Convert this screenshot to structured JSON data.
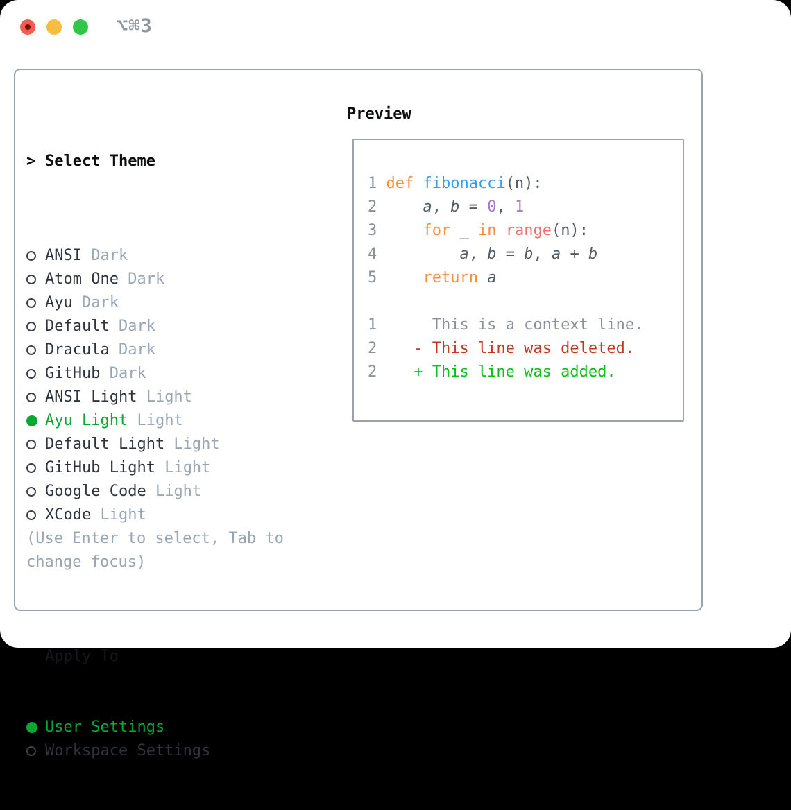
{
  "window": {
    "shortcut": "⌥⌘3",
    "traffic_lights": [
      {
        "name": "close",
        "color": "#f25c50"
      },
      {
        "name": "minimize",
        "color": "#f7bd40"
      },
      {
        "name": "zoom",
        "color": "#32c547"
      }
    ]
  },
  "theme_picker": {
    "title_prefix": ">",
    "title": "Select Theme",
    "items": [
      {
        "label": "ANSI",
        "variant": "Dark",
        "selected": false
      },
      {
        "label": "Atom One",
        "variant": "Dark",
        "selected": false
      },
      {
        "label": "Ayu",
        "variant": "Dark",
        "selected": false
      },
      {
        "label": "Default",
        "variant": "Dark",
        "selected": false
      },
      {
        "label": "Dracula",
        "variant": "Dark",
        "selected": false
      },
      {
        "label": "GitHub",
        "variant": "Dark",
        "selected": false
      },
      {
        "label": "ANSI Light",
        "variant": "Light",
        "selected": false
      },
      {
        "label": "Ayu Light",
        "variant": "Light",
        "selected": true
      },
      {
        "label": "Default Light",
        "variant": "Light",
        "selected": false
      },
      {
        "label": "GitHub Light",
        "variant": "Light",
        "selected": false
      },
      {
        "label": "Google Code",
        "variant": "Light",
        "selected": false
      },
      {
        "label": "XCode",
        "variant": "Light",
        "selected": false
      }
    ],
    "apply_to": {
      "title": "Apply To",
      "options": [
        {
          "label": "User Settings",
          "selected": true
        },
        {
          "label": "Workspace Settings",
          "selected": false
        }
      ]
    },
    "hint": "(Use Enter to select, Tab to change focus)"
  },
  "preview": {
    "title": "Preview",
    "code_lines": [
      {
        "number": "1",
        "segments": [
          {
            "text": "def ",
            "color": "orange"
          },
          {
            "text": "fibonacci",
            "color": "blue"
          },
          {
            "text": "(n):"
          }
        ]
      },
      {
        "number": "2",
        "segments": [
          {
            "text": "    "
          },
          {
            "text": "a",
            "italic": true
          },
          {
            "text": ", "
          },
          {
            "text": "b",
            "italic": true
          },
          {
            "text": " = "
          },
          {
            "text": "0",
            "color": "purple"
          },
          {
            "text": ", "
          },
          {
            "text": "1",
            "color": "purple"
          }
        ]
      },
      {
        "number": "3",
        "segments": [
          {
            "text": "    "
          },
          {
            "text": "for",
            "color": "orange"
          },
          {
            "text": " _ "
          },
          {
            "text": "in",
            "color": "orange"
          },
          {
            "text": " "
          },
          {
            "text": "range",
            "color": "red"
          },
          {
            "text": "(n):"
          }
        ]
      },
      {
        "number": "4",
        "segments": [
          {
            "text": "        "
          },
          {
            "text": "a",
            "italic": true
          },
          {
            "text": ", "
          },
          {
            "text": "b",
            "italic": true
          },
          {
            "text": " = "
          },
          {
            "text": "b",
            "italic": true
          },
          {
            "text": ", "
          },
          {
            "text": "a",
            "italic": true
          },
          {
            "text": " + "
          },
          {
            "text": "b",
            "italic": true
          }
        ]
      },
      {
        "number": "5",
        "segments": [
          {
            "text": "    "
          },
          {
            "text": "return ",
            "color": "orange"
          },
          {
            "text": "a",
            "italic": true
          }
        ]
      },
      {
        "number": "",
        "segments": []
      },
      {
        "number": "1",
        "segments": [
          {
            "text": "     This is a context line.",
            "color": "ctx"
          }
        ]
      },
      {
        "number": "2",
        "segments": [
          {
            "text": "   - This line was deleted.",
            "color": "del"
          }
        ]
      },
      {
        "number": "2",
        "segments": [
          {
            "text": "   + This line was added.",
            "color": "add"
          }
        ]
      }
    ]
  },
  "colors": {
    "selection_green": "#0aa832",
    "diff_added_green": "#0bbf17",
    "diff_deleted_red": "#c5381f",
    "syntax_keyword_orange": "#fa8d3e",
    "syntax_function_blue": "#399ee6",
    "syntax_number_purple": "#a37acc",
    "syntax_call_red": "#f07171",
    "code_default": "#545b63",
    "muted_gray": "#9ba6b2",
    "line_number_gray": "#8a9199",
    "box_border": "#99a2ad",
    "traffic_red": "#f25c50",
    "traffic_yellow": "#f7bd40",
    "traffic_green": "#32c547"
  }
}
